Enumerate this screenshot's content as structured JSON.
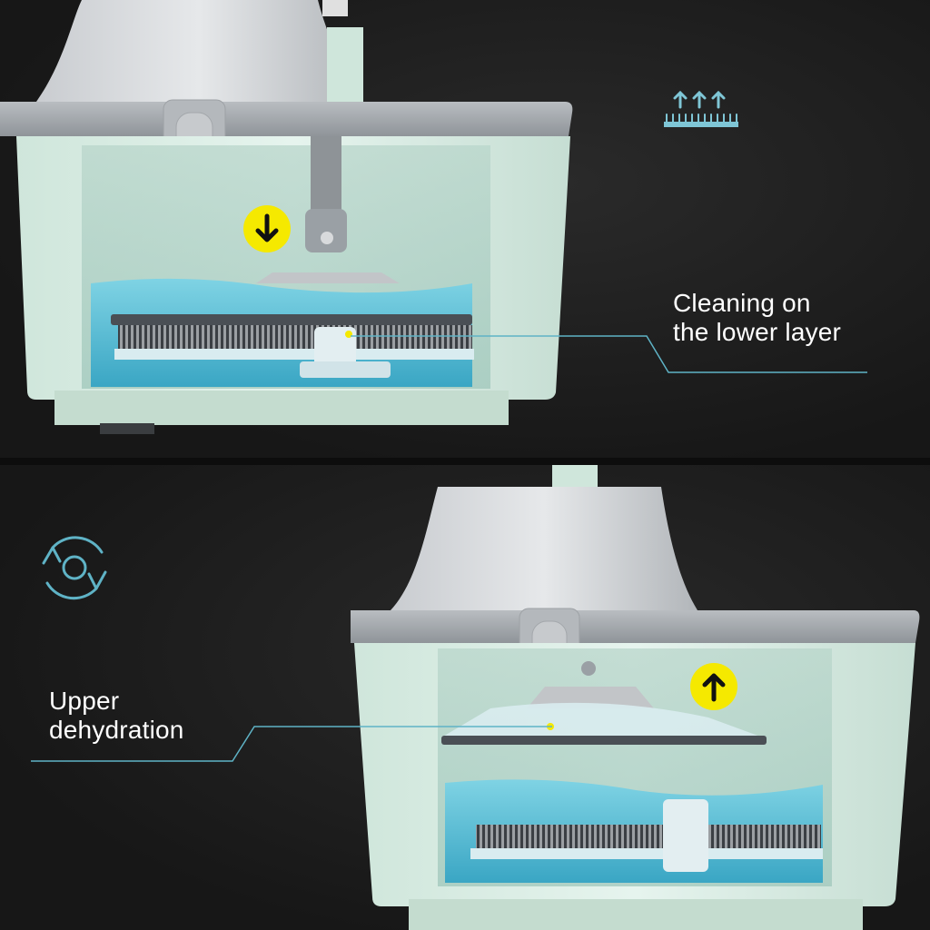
{
  "top_caption": {
    "line1": "Cleaning on",
    "line2": "the lower layer"
  },
  "bottom_caption": {
    "line1": "Upper",
    "line2": "dehydration"
  },
  "colors": {
    "background": "#1c1c1c",
    "bucket_body": "#dcefe6",
    "bucket_lid": "#a9adb1",
    "water": "#5cc3d8",
    "indicator_yellow": "#f5e900",
    "callout_line": "#5fb3c6"
  },
  "icons": {
    "top_right": "steam-arrows-icon",
    "bottom_left": "rotation-cycle-icon",
    "top_indicator": "arrow-down-icon",
    "bottom_indicator": "arrow-up-icon"
  }
}
